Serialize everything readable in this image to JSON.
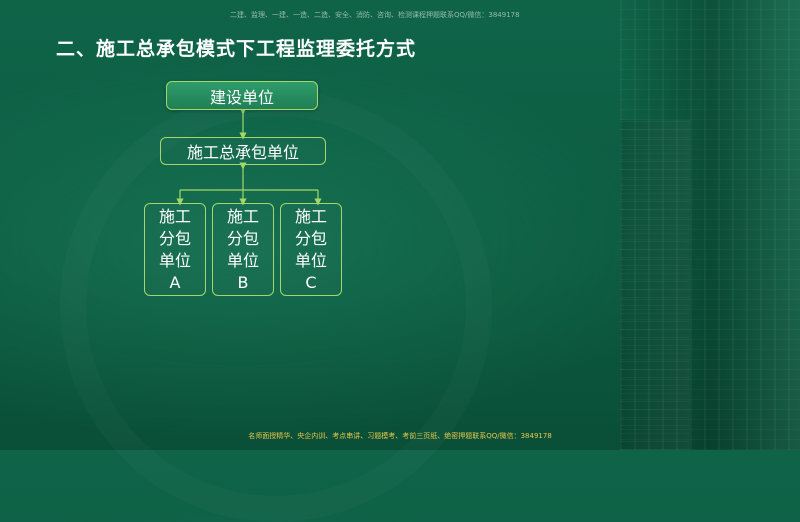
{
  "watermark_top": "二建、监理、一建、一造、二造、安全、消防、咨询、检测课程押题联系QQ/微信：3849178",
  "watermark_bottom": "名师面授精华、央企内训、考点串讲、习题模考、考前三页纸、绝密押题联系QQ/微信：3849178",
  "page_title": "二、施工总承包模式下工程监理委托方式",
  "diagram": {
    "top_node": "建设单位",
    "middle_node": "施工总承包单位",
    "sub_nodes": [
      {
        "line1": "施工",
        "line2": "分包",
        "line3": "单位",
        "line4": "A"
      },
      {
        "line1": "施工",
        "line2": "分包",
        "line3": "单位",
        "line4": "B"
      },
      {
        "line1": "施工",
        "line2": "分包",
        "line3": "单位",
        "line4": "C"
      }
    ]
  },
  "colors": {
    "background": "#0c5a40",
    "node_border": "#a4d76a",
    "connector": "#a4d76a",
    "top_node_fill": "#2f9c6a",
    "watermark_bottom": "#e8c84a"
  }
}
